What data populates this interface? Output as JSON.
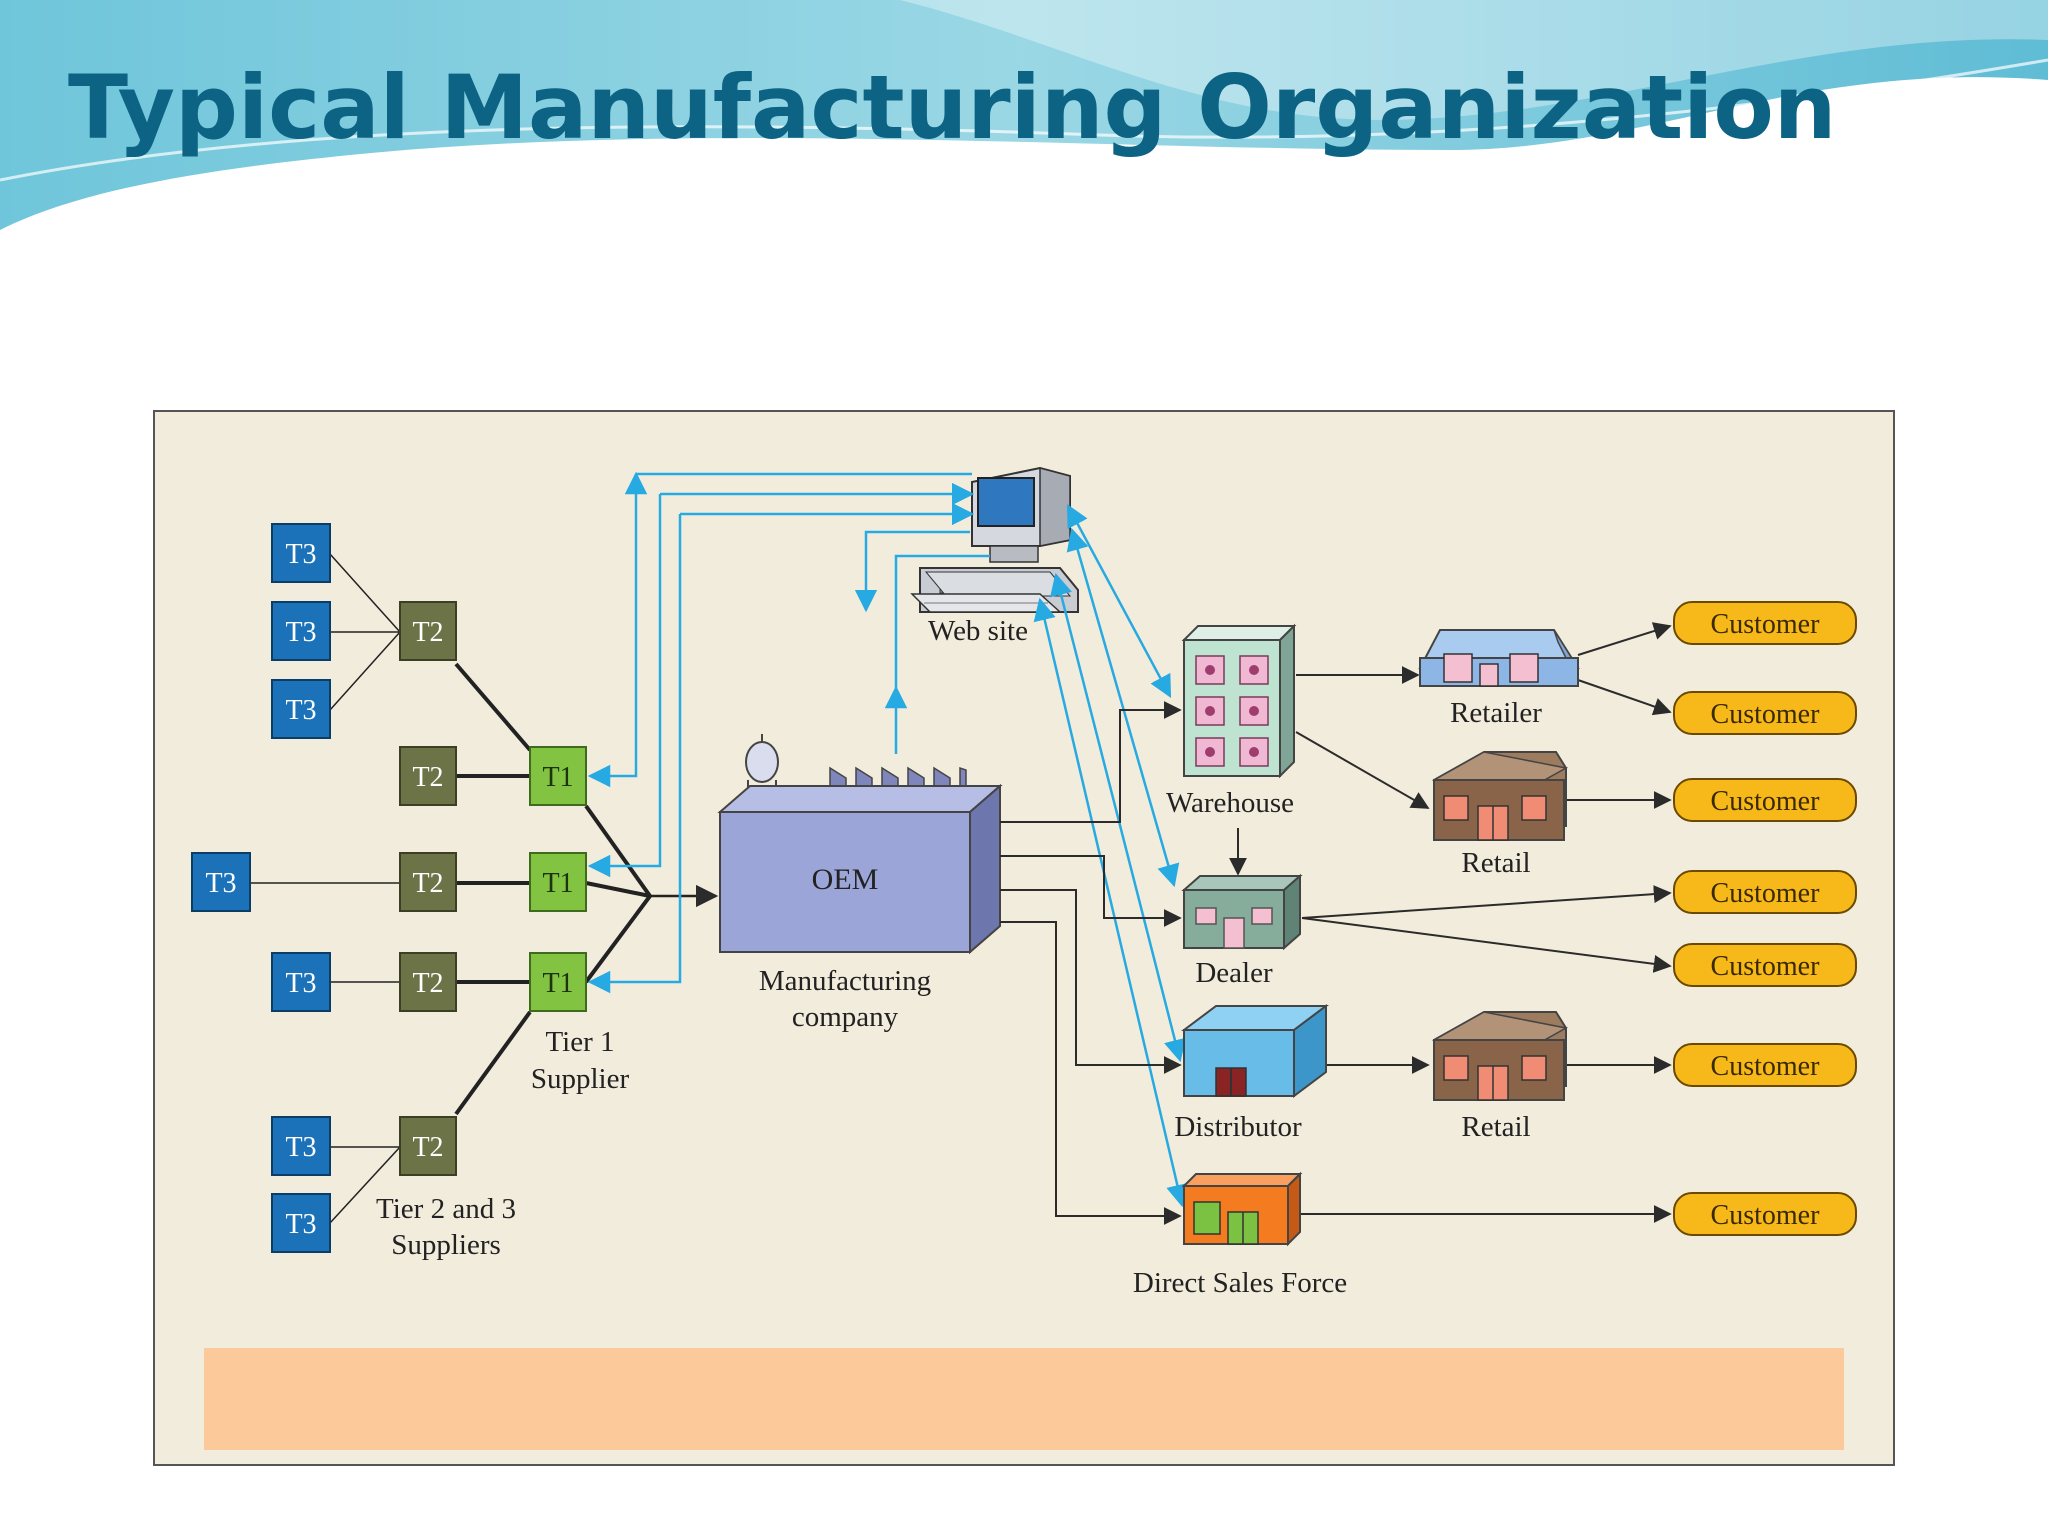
{
  "slide": {
    "title": "Typical Manufacturing Organization"
  },
  "diagram": {
    "suppliers": {
      "t3": "T3",
      "t2": "T2",
      "t1": "T1",
      "tier1_caption": [
        "Tier 1",
        "Supplier"
      ],
      "tier23_caption": [
        "Tier 2 and 3",
        "Suppliers"
      ]
    },
    "oem": {
      "label": "OEM",
      "caption": [
        "Manufacturing",
        "company"
      ]
    },
    "website": {
      "caption": "Web site"
    },
    "channels": {
      "warehouse": "Warehouse",
      "dealer": "Dealer",
      "distributor": "Distributor",
      "direct_sales": "Direct Sales Force",
      "retailer": "Retailer",
      "retail_1": "Retail",
      "retail_2": "Retail"
    },
    "customer_label": "Customer",
    "colors": {
      "panel_bg": "#F2ECDC",
      "t3": "#1B72B8",
      "t2": "#6B7347",
      "t1": "#82C341",
      "customer": "#F7B81A",
      "web_arrow": "#27A9E1",
      "oem": "#9CA5D8",
      "footer_band": "#FBC99A",
      "title": "#0C6384"
    }
  }
}
